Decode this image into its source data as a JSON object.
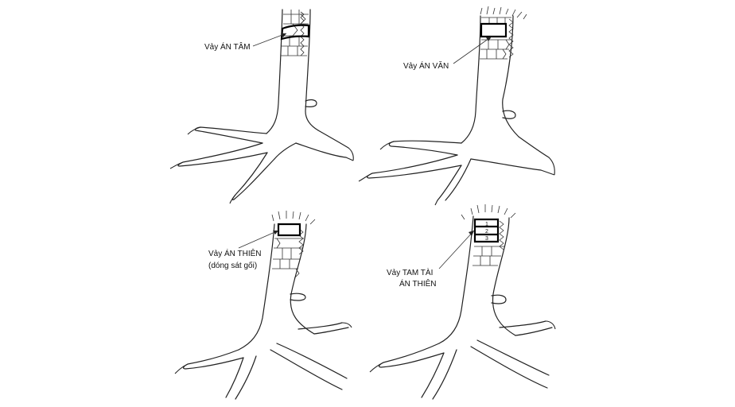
{
  "panels": [
    {
      "id": "an-tam",
      "label_lines": [
        "Vảy ÁN TÂM"
      ]
    },
    {
      "id": "an-van",
      "label_lines": [
        "Vảy ÁN VĂN"
      ]
    },
    {
      "id": "an-thien",
      "label_lines": [
        "Vảy ÁN THIÊN",
        "(dóng sát gối)"
      ]
    },
    {
      "id": "tam-tai-an-thien",
      "label_lines": [
        "Vảy TAM TÀI",
        "ÁN THIÊN"
      ]
    }
  ],
  "scale_numbers": [
    "1",
    "2",
    "3"
  ]
}
